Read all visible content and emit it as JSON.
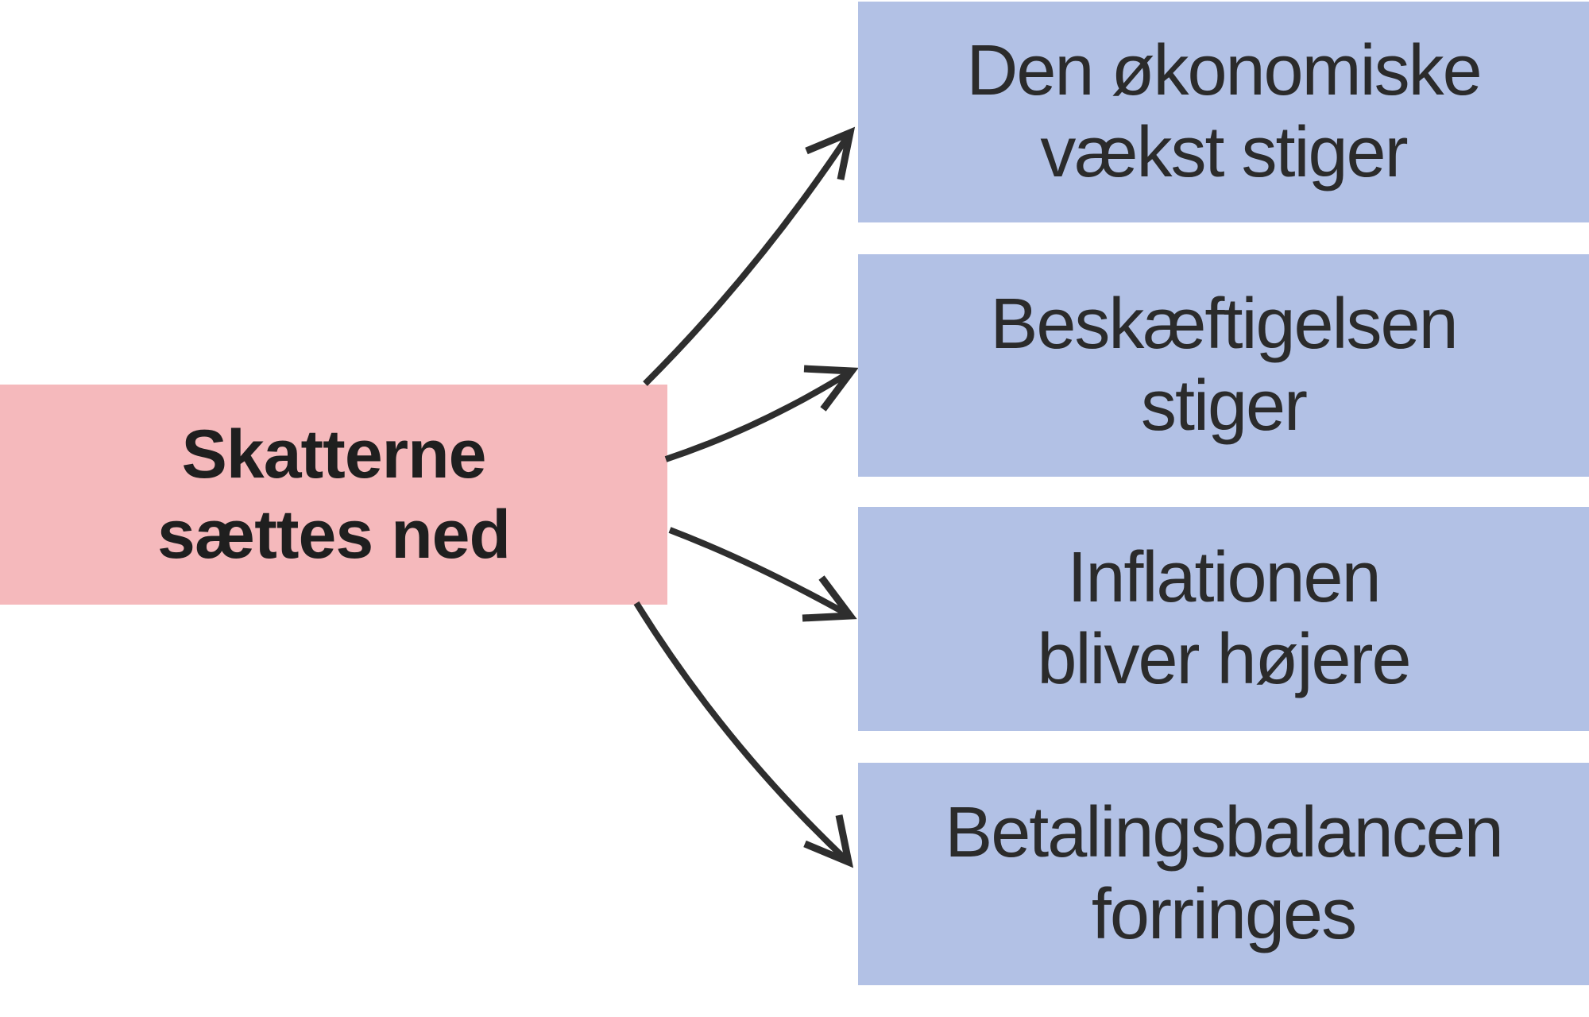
{
  "nodes": {
    "cause": {
      "label": "Skatterne\nsættes ned"
    },
    "effects": [
      {
        "label": "Den økonomiske\nvækst stiger"
      },
      {
        "label": "Beskæftigelsen\nstiger"
      },
      {
        "label": "Inflationen\nbliver højere"
      },
      {
        "label": "Betalingsbalancen\nforringes"
      }
    ]
  },
  "colors": {
    "background": "#ffffff",
    "cause_bg": "#f5b9bc",
    "effect_bg": "#b2c1e5",
    "cause_text": "#1f1f1f",
    "effect_text": "#2b2b2b",
    "arrow": "#2e2e2e"
  }
}
